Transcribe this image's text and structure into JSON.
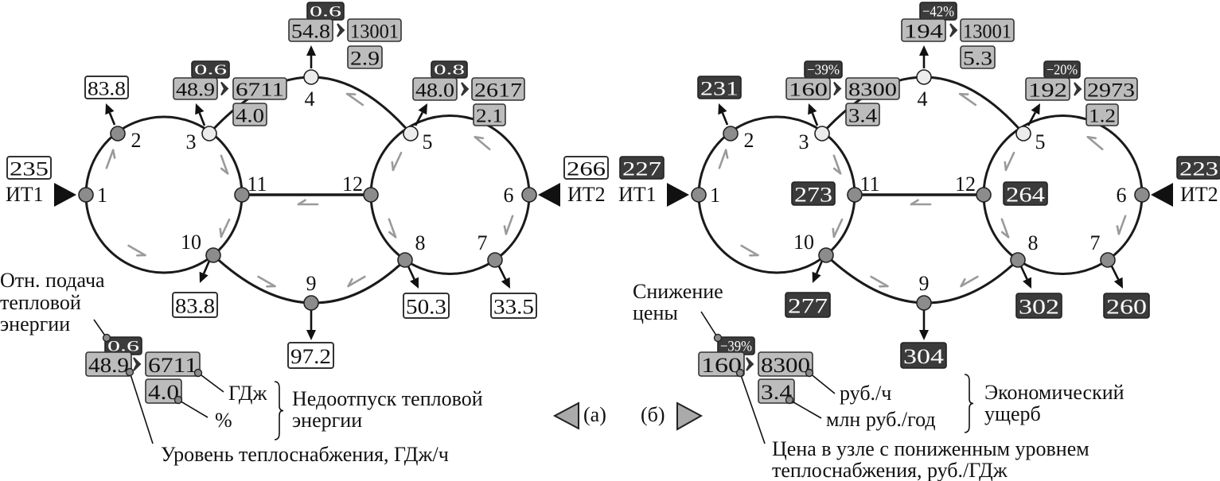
{
  "colors": {
    "dark_box": "#3b3b3b",
    "gray_box": "#bcbcbc",
    "node": "#8c8c8c",
    "node_light": "#ececec",
    "flow_arrow": "#9a9a9a",
    "line": "#1a1a1a"
  },
  "node_labels": [
    "1",
    "2",
    "3",
    "4",
    "5",
    "6",
    "7",
    "8",
    "9",
    "10",
    "11",
    "12"
  ],
  "panel_a": {
    "label": "(а)",
    "source_left": {
      "name": "ИТ1",
      "value": "235"
    },
    "source_right": {
      "name": "ИТ2",
      "value": "266"
    },
    "consumers": {
      "n2": "83.8",
      "n10": "83.8",
      "n9": "97.2",
      "n8": "50.3",
      "n7": "33.5"
    },
    "deficit": {
      "n3": {
        "ratio": "0.6",
        "level": "48.9",
        "shortfall": "6711",
        "percent": "4.0"
      },
      "n4": {
        "ratio": "0.6",
        "level": "54.8",
        "shortfall": "13001",
        "percent": "2.9"
      },
      "n5": {
        "ratio": "0.8",
        "level": "48.0",
        "shortfall": "2617",
        "percent": "2.1"
      }
    },
    "legend": {
      "ratio_caption": [
        "Отн. подача",
        "тепловой",
        "энергии"
      ],
      "sample": {
        "ratio": "0.6",
        "level": "48.9",
        "shortfall": "6711",
        "percent": "4.0"
      },
      "unit_shortfall": "ГДж",
      "unit_percent": "%",
      "group_caption": [
        "Недоотпуск тепловой",
        "энергии"
      ],
      "level_caption": "Уровень теплоснабжения, ГДж/ч"
    }
  },
  "panel_b": {
    "label": "(б)",
    "source_left": {
      "name": "ИТ1",
      "value": "227"
    },
    "source_right": {
      "name": "ИТ2",
      "value": "223"
    },
    "consumers": {
      "n2": "231",
      "n10": "277",
      "n9": "304",
      "n8": "302",
      "n7": "260",
      "n11": "273",
      "n12": "264"
    },
    "deficit": {
      "n3": {
        "ratio": "−39%",
        "level": "160",
        "shortfall": "8300",
        "percent": "3.4"
      },
      "n4": {
        "ratio": "−42%",
        "level": "194",
        "shortfall": "13001",
        "percent": "5.3"
      },
      "n5": {
        "ratio": "−20%",
        "level": "192",
        "shortfall": "2973",
        "percent": "1.2"
      }
    },
    "legend": {
      "ratio_caption": [
        "Снижение",
        "цены"
      ],
      "sample": {
        "ratio": "−39%",
        "level": "160",
        "shortfall": "8300",
        "percent": "3.4"
      },
      "unit_shortfall": "руб./ч",
      "unit_percent": "млн руб./год",
      "group_caption": [
        "Экономический",
        "ущерб"
      ],
      "level_caption": [
        "Цена в узле с пониженным уровнем",
        "теплоснабжения, руб./ГДж"
      ]
    }
  }
}
